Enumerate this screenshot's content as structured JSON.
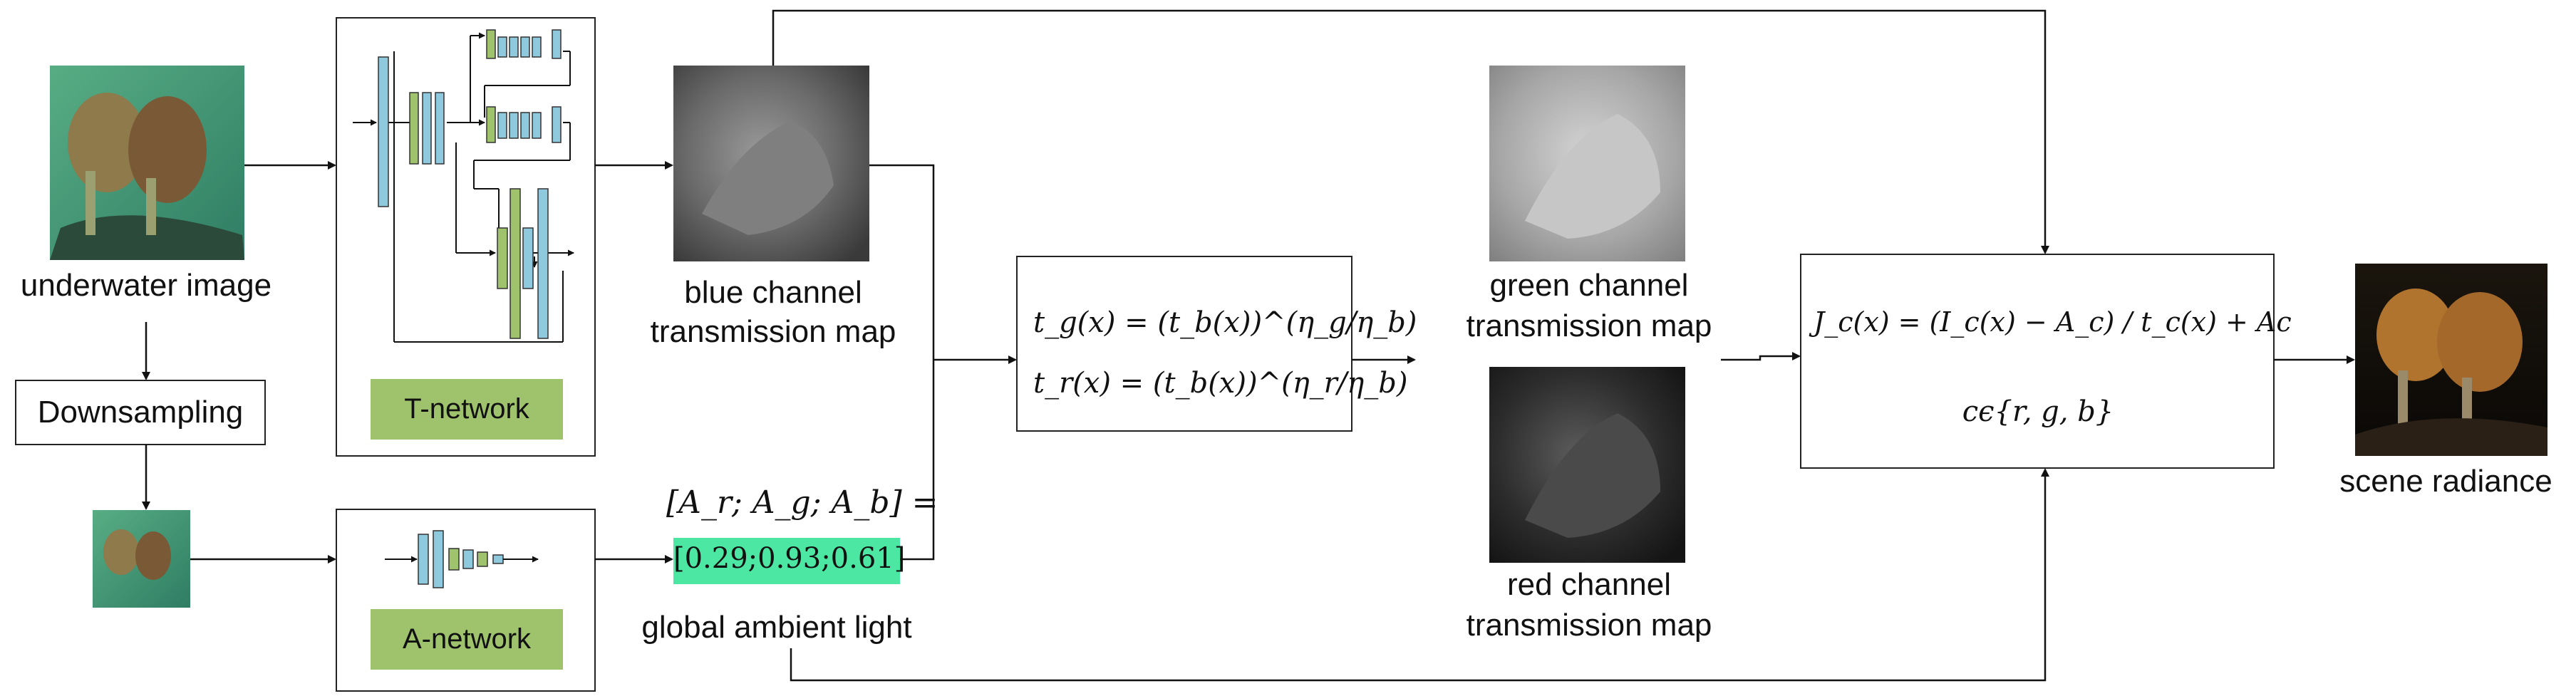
{
  "inputs": {
    "underwater_image_label": "underwater image",
    "downsampling_label": "Downsampling"
  },
  "networks": {
    "t_network_label": "T-network",
    "a_network_label": "A-network"
  },
  "maps": {
    "blue_line1": "blue channel",
    "blue_line2": "transmission map",
    "green_line1": "green channel",
    "green_line2": "transmission map",
    "red_line1": "red channel",
    "red_line2": "transmission map"
  },
  "ambient": {
    "vector_label": "[A_r; A_g; A_b] =",
    "values": "[0.29;0.93;0.61]",
    "label": "global ambient light",
    "highlight_color": "#4de7a4"
  },
  "equations": {
    "tg": "t_g(x) = (t_b(x))^(η_g/η_b)",
    "tr": "t_r(x) = (t_b(x))^(η_r/η_b)",
    "jc": "J_c(x) = (I_c(x) − A_c) / t_c(x) + Ac",
    "c_set": "cϵ{r, g, b}"
  },
  "output": {
    "label": "scene radiance"
  },
  "colors": {
    "network_green": "#9ec36c",
    "block_blue": "#8fc9dd",
    "block_green": "#9ec36c"
  }
}
